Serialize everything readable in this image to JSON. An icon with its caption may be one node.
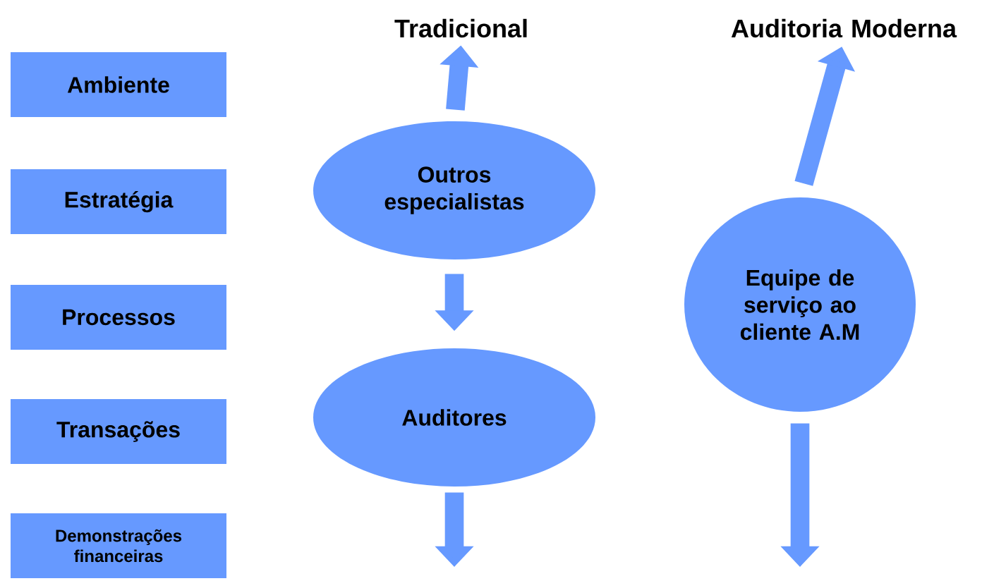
{
  "diagram": {
    "nodes": [
      {
        "text": [
          "Ambiente"
        ]
      },
      {
        "text": [
          "Estratégia"
        ]
      },
      {
        "text": [
          "Processos"
        ]
      },
      {
        "text": [
          "Transações"
        ]
      },
      {
        "text": [
          "Demonstrações financeiras"
        ]
      },
      {
        "text": [
          "Tradicional"
        ]
      },
      {
        "text": [
          "Outros especialistas"
        ]
      },
      {
        "text": [
          "Auditores"
        ]
      },
      {
        "text": [
          "Auditoria Moderna"
        ]
      },
      {
        "text": [
          "Equipe de serviço ao cliente A.M"
        ]
      }
    ],
    "edges": [
      {
        "from": 6,
        "to": 5,
        "arrow": "to"
      },
      {
        "from": 6,
        "to": 7,
        "arrow": "to"
      },
      {
        "from": 7,
        "to": null,
        "arrow": "to"
      },
      {
        "from": 9,
        "to": 8,
        "arrow": "to"
      },
      {
        "from": 9,
        "to": null,
        "arrow": "to"
      }
    ]
  }
}
